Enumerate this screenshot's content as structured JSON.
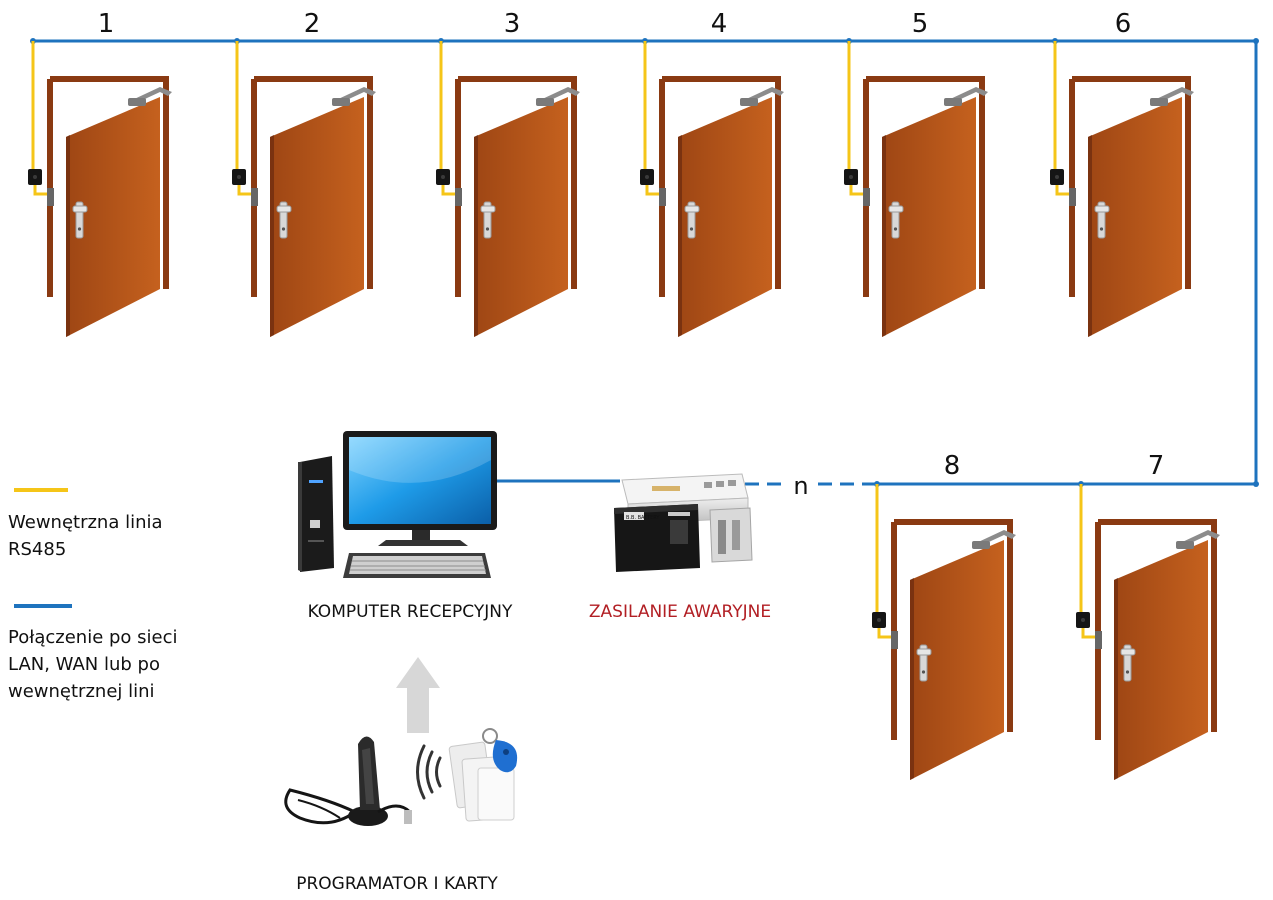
{
  "doors": {
    "top": [
      "1",
      "2",
      "3",
      "4",
      "5",
      "6"
    ],
    "bottom": [
      "8",
      "7"
    ],
    "n_label": "n"
  },
  "legend": {
    "rs485": {
      "color": "#F5C518",
      "lines": [
        "Wewnętrzna linia",
        "RS485"
      ]
    },
    "lan": {
      "color": "#1E73BE",
      "lines": [
        "Połączenie po sieci",
        "LAN, WAN lub po",
        "wewnętrznej lini"
      ]
    }
  },
  "devices": {
    "computer_label": "KOMPUTER RECEPCYJNY",
    "power_label": "ZASILANIE AWARYJNE",
    "power_label_color": "#B21F24",
    "programmer_label": "PROGRAMATOR I KARTY",
    "battery_text": "B.B. BATTERY"
  },
  "colors": {
    "bus": "#1E73BE",
    "rs485": "#F5C518",
    "door": "#B5561B",
    "frame": "#8A3A12"
  }
}
